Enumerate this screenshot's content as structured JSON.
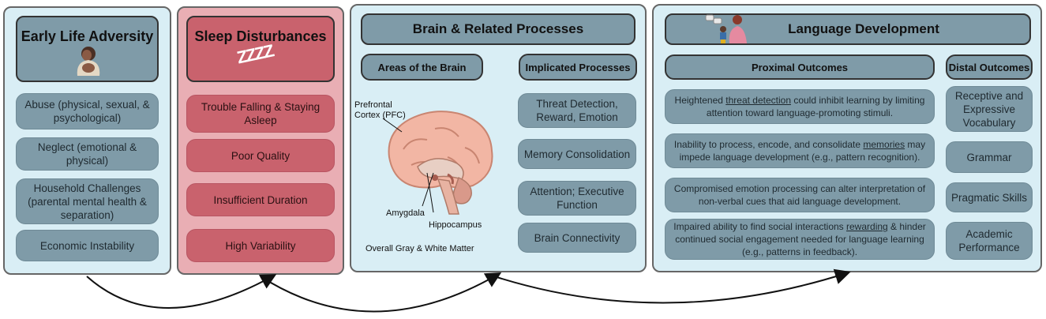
{
  "early_life": {
    "title": "Early Life Adversity",
    "items": [
      "Abuse (physical, sexual, & psychological)",
      "Neglect (emotional & physical)",
      "Household Challenges (parental mental health & separation)",
      "Economic Instability"
    ]
  },
  "sleep": {
    "title": "Sleep Disturbances",
    "zzz": "ZZZZ",
    "items": [
      "Trouble Falling & Staying Asleep",
      "Poor Quality",
      "Insufficient Duration",
      "High Variability"
    ]
  },
  "brain": {
    "title": "Brain & Related Processes",
    "areas_header": "Areas of the Brain",
    "processes_header": "Implicated Processes",
    "labels": {
      "pfc": "Prefrontal Cortex (PFC)",
      "amygdala": "Amygdala",
      "hippocampus": "Hippocampus",
      "gray_white": "Overall Gray & White Matter"
    },
    "processes": [
      "Threat Detection, Reward, Emotion",
      "Memory Consolidation",
      "Attention; Executive Function",
      "Brain Connectivity"
    ]
  },
  "language": {
    "title": "Language Development",
    "proximal_header": "Proximal Outcomes",
    "distal_header": "Distal Outcomes",
    "proximal": [
      {
        "pre": "Heightened ",
        "u": "threat detection",
        "post": " could inhibit learning by limiting attention toward language-promoting stimuli."
      },
      {
        "pre": "Inability to process, encode, and consolidate ",
        "u": "memories",
        "post": " may impede language development (e.g., pattern recognition)."
      },
      {
        "pre": "Compromised emotion processing can alter interpretation of non-verbal cues that aid language development.",
        "u": "",
        "post": ""
      },
      {
        "pre": "Impaired ability to find social interactions ",
        "u": "rewarding",
        "post": " & hinder continued social engagement needed for language learning (e.g., patterns in feedback)."
      }
    ],
    "distal": [
      "Receptive and Expressive Vocabulary",
      "Grammar",
      "Pragmatic Skills",
      "Academic Performance"
    ]
  }
}
